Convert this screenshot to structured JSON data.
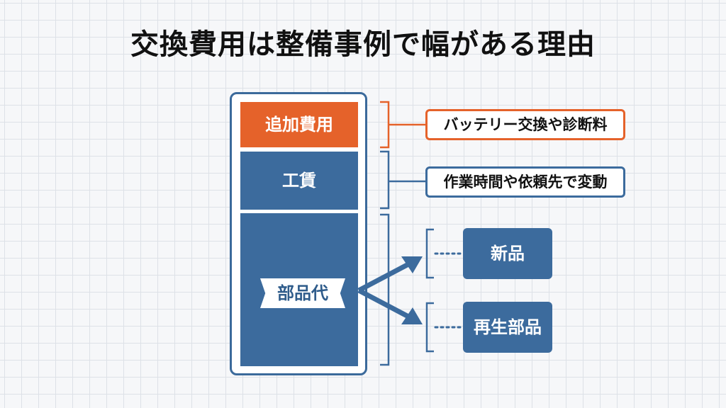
{
  "title": "交換費用は整備事例で幅がある理由",
  "stack": {
    "segments": [
      {
        "label": "追加費用",
        "color": "#e5622a"
      },
      {
        "label": "工賃",
        "color": "#3c6b9d"
      },
      {
        "label": "部品代",
        "color": "#3c6b9d"
      }
    ]
  },
  "callouts": {
    "additional": "バッテリー交換や診断料",
    "labor": "作業時間や依頼先で変動"
  },
  "parts_options": {
    "new": "新品",
    "remanufactured": "再生部品"
  },
  "colors": {
    "orange": "#e5622a",
    "blue": "#3c6b9d",
    "background": "#f6f7f9"
  }
}
